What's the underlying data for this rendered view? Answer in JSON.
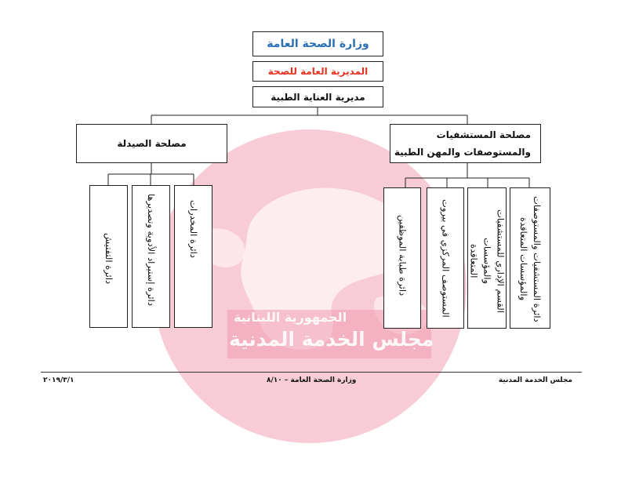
{
  "org_chart": {
    "ministry": "وزارة الصحة العامة",
    "directorate_general": "المديرية العامة للصحة",
    "directorate": "مديرية العناية الطبية",
    "departments": [
      {
        "title": "مصلحة الصيدلة",
        "units": [
          "دائرة المخدرات",
          "دائرة إستيراد الأدوية وتصديرها",
          "دائرة التفتيش"
        ]
      },
      {
        "title_line1": "مصلحة المستشفيات",
        "title_line2": "والمستوصفات والمهن الطبية",
        "units": [
          "دائرة المستشفيات والمستوصفات\nوالمؤسسات المتعاقدة",
          "القسم الإداري للمستشفيات والمؤسسات\nالمتعاقدة",
          "المستوصف المركزي في بيروت",
          "دائرة طبابة الموظفين"
        ]
      }
    ]
  },
  "watermark": {
    "line1": "الجمهورية اللبنانية",
    "line2": "مجلس الخدمة المدنية"
  },
  "footer": {
    "right": "مجلس الخدمة المدنية",
    "center": "وزارة الصحة العامة – ٨/١٠",
    "left": "٢٠١٩/٣/١"
  },
  "colors": {
    "ministry_text": "#2a6fb5",
    "directorate_general_text": "#e8321f",
    "watermark": "#f5b9c8"
  }
}
